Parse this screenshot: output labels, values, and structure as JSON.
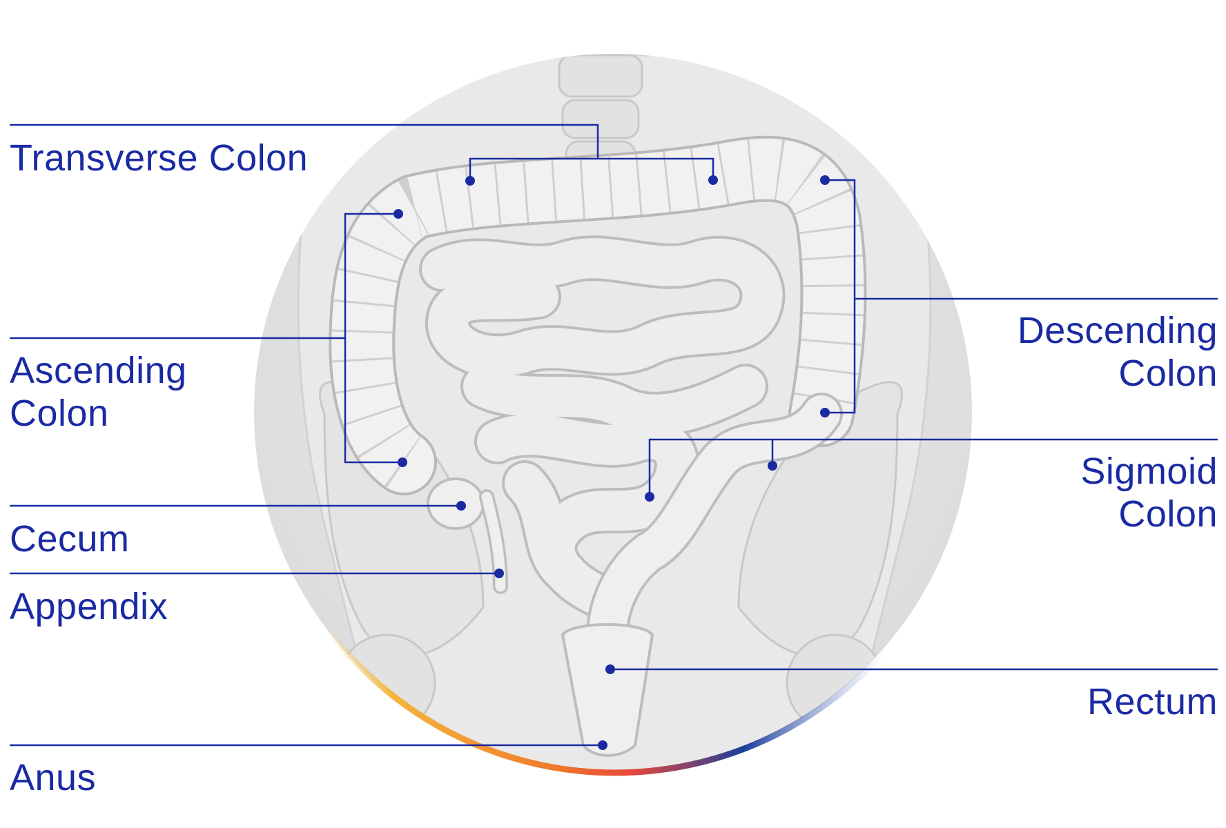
{
  "colors": {
    "leader_line": "#1b2aa3",
    "label_text": "#1b2aa3",
    "circle_fill": "#e4e4e4",
    "organ_fill": "#f0f0f0",
    "organ_stroke": "#b9b9b9",
    "ring_gradient": [
      "#f4b63c",
      "#f07d2c",
      "#e8473a",
      "#1b3f9e",
      "#7d93c8"
    ]
  },
  "labels": {
    "transverse_colon": "Transverse Colon",
    "ascending_colon": {
      "line1": "Ascending",
      "line2": "Colon"
    },
    "cecum": "Cecum",
    "appendix": "Appendix",
    "anus": "Anus",
    "descending_colon": {
      "line1": "Descending",
      "line2": "Colon"
    },
    "sigmoid_colon": {
      "line1": "Sigmoid",
      "line2": "Colon"
    },
    "rectum": "Rectum"
  }
}
